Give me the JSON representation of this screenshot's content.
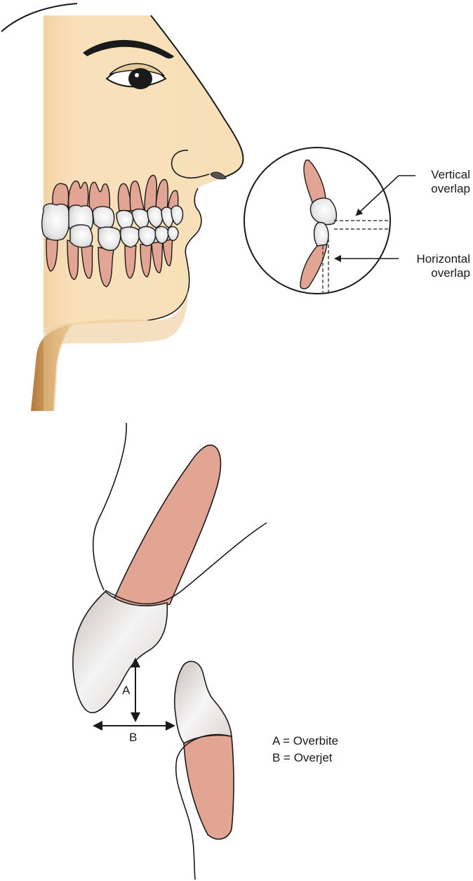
{
  "labels": {
    "vertical_overlap_line1": "Vertical",
    "vertical_overlap_line2": "overlap",
    "horizontal_overlap_line1": "Horizontal",
    "horizontal_overlap_line2": "overlap",
    "marker_a": "A",
    "marker_b": "B",
    "legend_a": "A = Overbite",
    "legend_b": "B = Overjet"
  },
  "colors": {
    "skin": "#f7dfb8",
    "skin_shadow": "#e9c48f",
    "neck_shadow": "#c9965a",
    "root": "#e2a493",
    "crown": "#eeeeee",
    "crown_shadow": "#c8c8c8",
    "line": "#1a1a1a",
    "eyelid": "#e3c99a"
  }
}
